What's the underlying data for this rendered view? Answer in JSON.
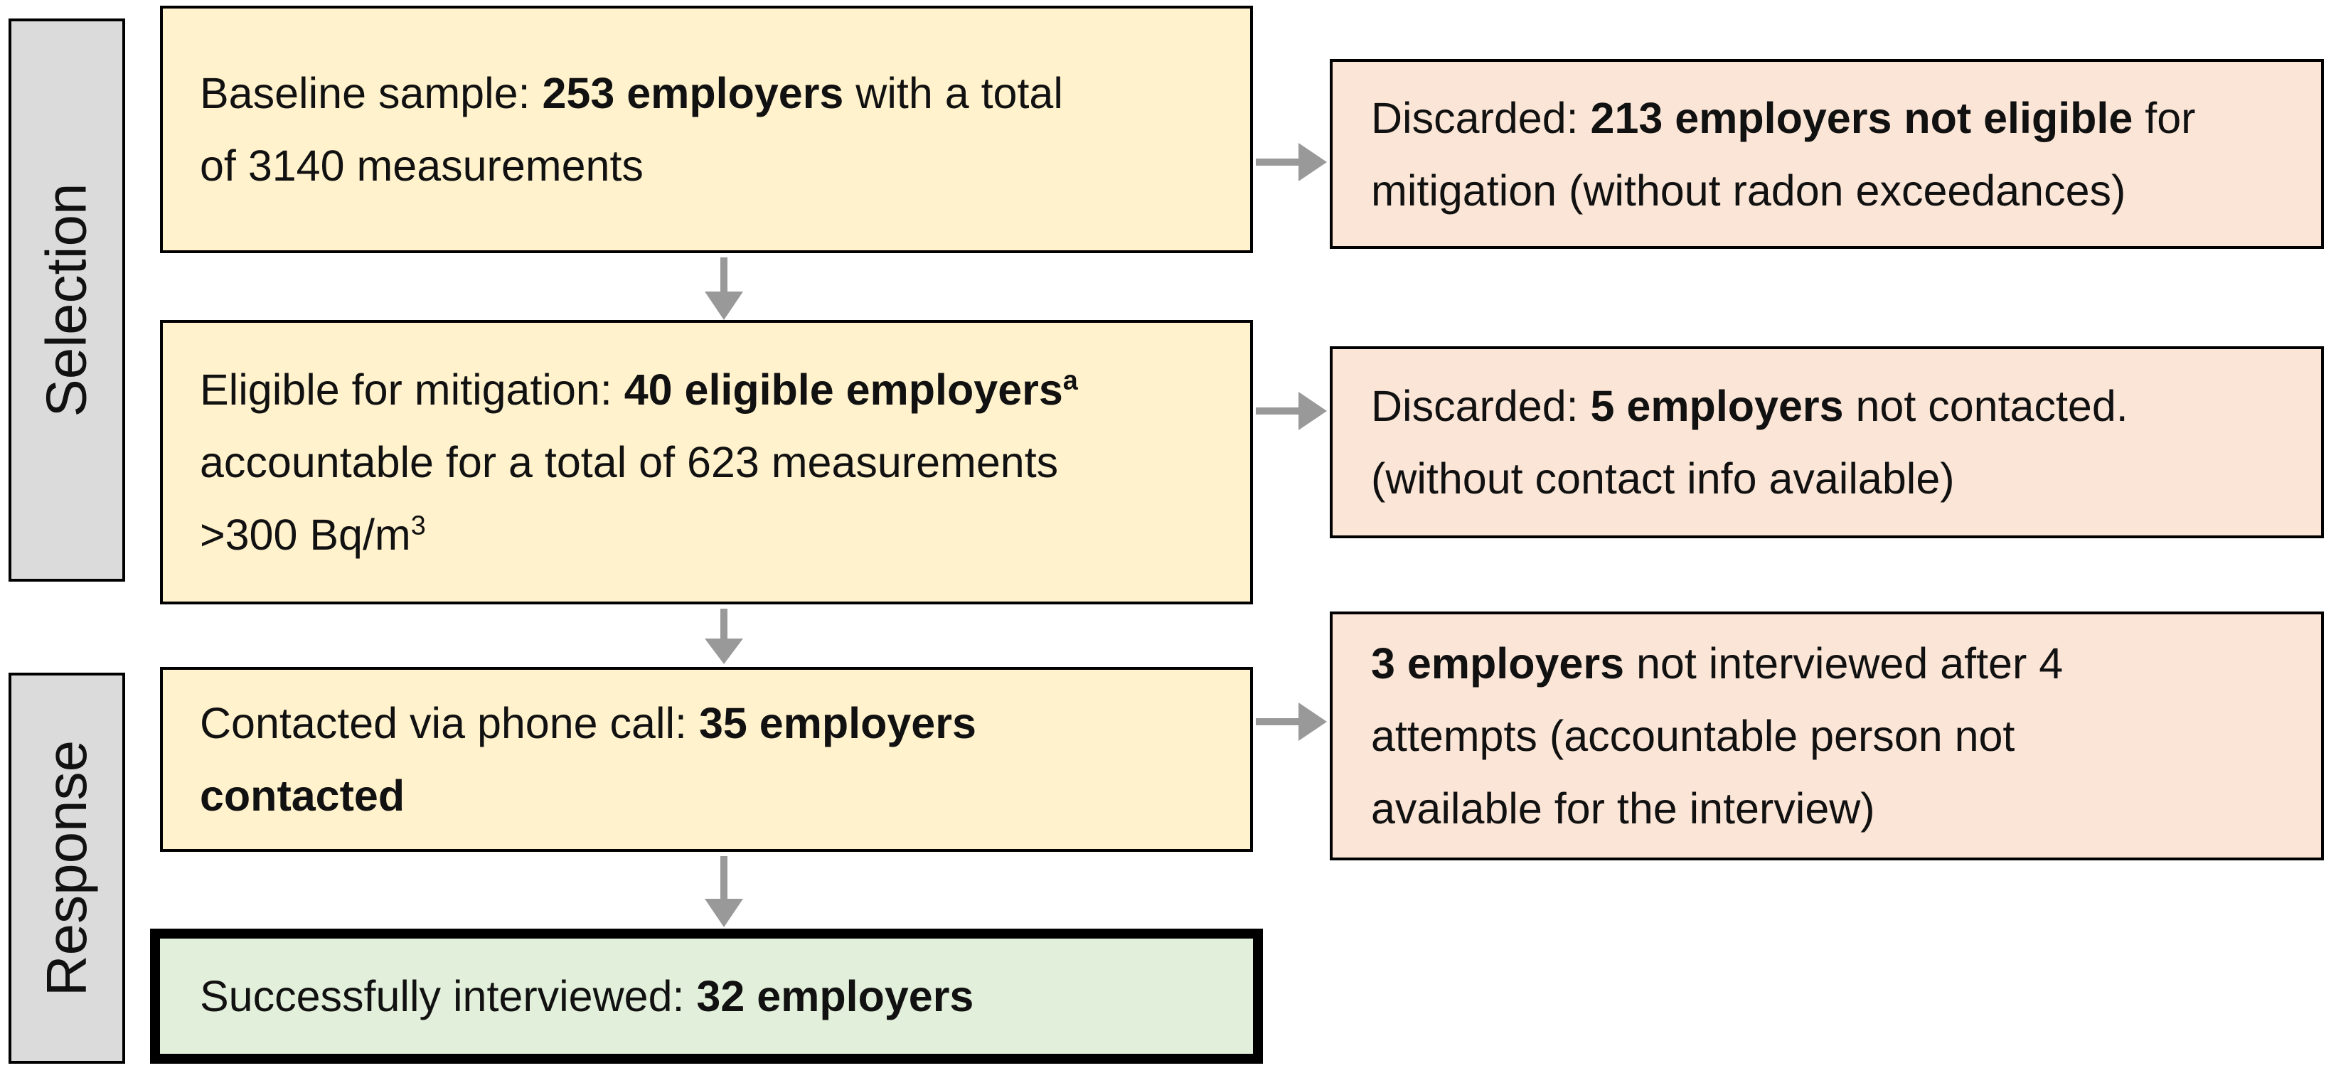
{
  "colors": {
    "process_fill": "#FFF2CC",
    "discard_fill": "#FBE5D6",
    "final_fill": "#E2EFDA",
    "phase_fill": "#DBDBDB",
    "border": "#000000",
    "arrow": "#999999",
    "text": "#111111"
  },
  "phases": {
    "selection": {
      "label": "Selection"
    },
    "response": {
      "label": "Response"
    }
  },
  "process_boxes": {
    "baseline": {
      "text": "Baseline sample: 253 employers with a total of 3140 measurements",
      "lines": [
        [
          {
            "t": "Baseline sample: "
          },
          {
            "t": "253 employers",
            "b": true
          },
          {
            "t": " with a total"
          }
        ],
        [
          {
            "t": "of 3140 measurements"
          }
        ]
      ]
    },
    "eligible": {
      "text": "Eligible for mitigation: 40 eligible employersa accountable for a total of 623 measurements >300 Bq/m3",
      "lines": [
        [
          {
            "t": "Eligible for mitigation: "
          },
          {
            "t": "40 eligible employers",
            "b": true
          },
          {
            "t": "a",
            "b": true,
            "s": true
          }
        ],
        [
          {
            "t": "accountable for a total of 623 measurements"
          }
        ],
        [
          {
            "t": ">300 Bq/m"
          },
          {
            "t": "3",
            "s": true
          }
        ]
      ]
    },
    "contacted": {
      "text": "Contacted via phone call: 35 employers contacted",
      "lines": [
        [
          {
            "t": "Contacted via phone call: "
          },
          {
            "t": "35 employers",
            "b": true
          }
        ],
        [
          {
            "t": "contacted",
            "b": true
          }
        ]
      ]
    }
  },
  "final_box": {
    "interviewed": {
      "text": "Successfully interviewed: 32 employers",
      "lines": [
        [
          {
            "t": "Successfully interviewed: "
          },
          {
            "t": "32 employers",
            "b": true
          }
        ]
      ]
    }
  },
  "discard_boxes": {
    "not_eligible": {
      "text": "Discarded: 213 employers not eligible for mitigation (without radon exceedances)",
      "lines": [
        [
          {
            "t": "Discarded: "
          },
          {
            "t": "213 employers not eligible",
            "b": true
          },
          {
            "t": " for"
          }
        ],
        [
          {
            "t": "mitigation (without radon exceedances)"
          }
        ]
      ]
    },
    "not_contacted": {
      "text": "Discarded: 5 employers not contacted. (without contact info available)",
      "lines": [
        [
          {
            "t": "Discarded: "
          },
          {
            "t": "5 employers",
            "b": true
          },
          {
            "t": " not contacted."
          }
        ],
        [
          {
            "t": "(without contact info available)"
          }
        ]
      ]
    },
    "not_interviewed": {
      "text": "3 employers not interviewed after 4 attempts (accountable person not available for the interview)",
      "lines": [
        [
          {
            "t": "3 employers",
            "b": true
          },
          {
            "t": " not interviewed after 4"
          }
        ],
        [
          {
            "t": "attempts (accountable person not"
          }
        ],
        [
          {
            "t": "available for the interview)"
          }
        ]
      ]
    }
  }
}
